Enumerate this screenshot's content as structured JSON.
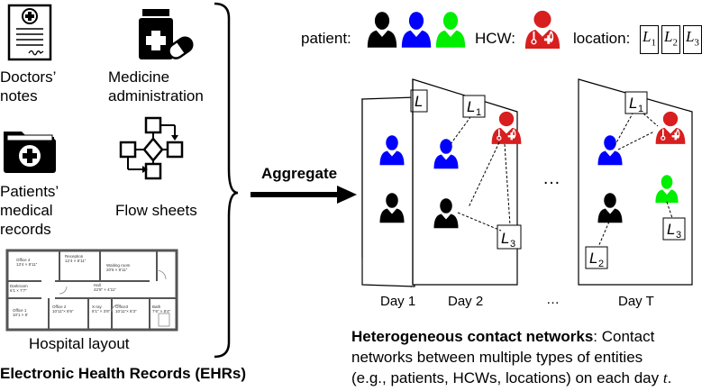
{
  "sources": {
    "doctors_notes": "Doctors’ notes",
    "medicine_administration": "Medicine administration",
    "patients_records": "Patients’ medical records",
    "flow_sheets": "Flow sheets",
    "hospital_layout": "Hospital layout",
    "footer": "Electronic Health Records (EHRs)"
  },
  "floorplan_rooms": {
    "office4": "Office 4",
    "office4_dim": "13’4 × 8’11”",
    "reception": "Reception",
    "reception_dim": "12’4 × 8’11”",
    "waiting": "Waiting room",
    "waiting_dim": "20’6 × 8’11”",
    "darkroom": "Darkroom",
    "darkroom_dim": "6’1 × 7’7”",
    "hall": "Hall",
    "hall_dim": "42’8” × 4’11”",
    "office1": "Office 1",
    "office1_dim": "10’1 × 8’",
    "office2": "Office 2",
    "office2_dim": "10’11”× 8’6”",
    "xray": "X-ray",
    "xray_dim": "8’1” × 3’8”",
    "office3": "Office3",
    "office3_dim": "10’11”× 8’3”",
    "bath": "Bath",
    "bath_dim": "7’6” × 8’4”"
  },
  "arrow_label": "Aggregate",
  "legend": {
    "patient_label": "patient:",
    "hcw_label": "HCW:",
    "location_label": "location:",
    "location_items": [
      "1",
      "2",
      "3"
    ],
    "location_prefix": "L",
    "patient_colors": [
      "#000000",
      "#0000ff",
      "#00ee00"
    ],
    "hcw_color": "#d81e1e"
  },
  "networks": {
    "day_labels": [
      "Day 1",
      "Day 2",
      "Day T"
    ],
    "ellipsis": "…",
    "node_labels": [
      "1",
      "3",
      "1",
      "2",
      "3"
    ]
  },
  "caption": {
    "bold": "Heterogeneous contact networks",
    "rest_1": ": Contact",
    "line2": "networks between multiple types of entities",
    "line3": "(e.g., patients, HCWs, locations) on each day ",
    "line3_var": "t",
    "line3_end": "."
  }
}
